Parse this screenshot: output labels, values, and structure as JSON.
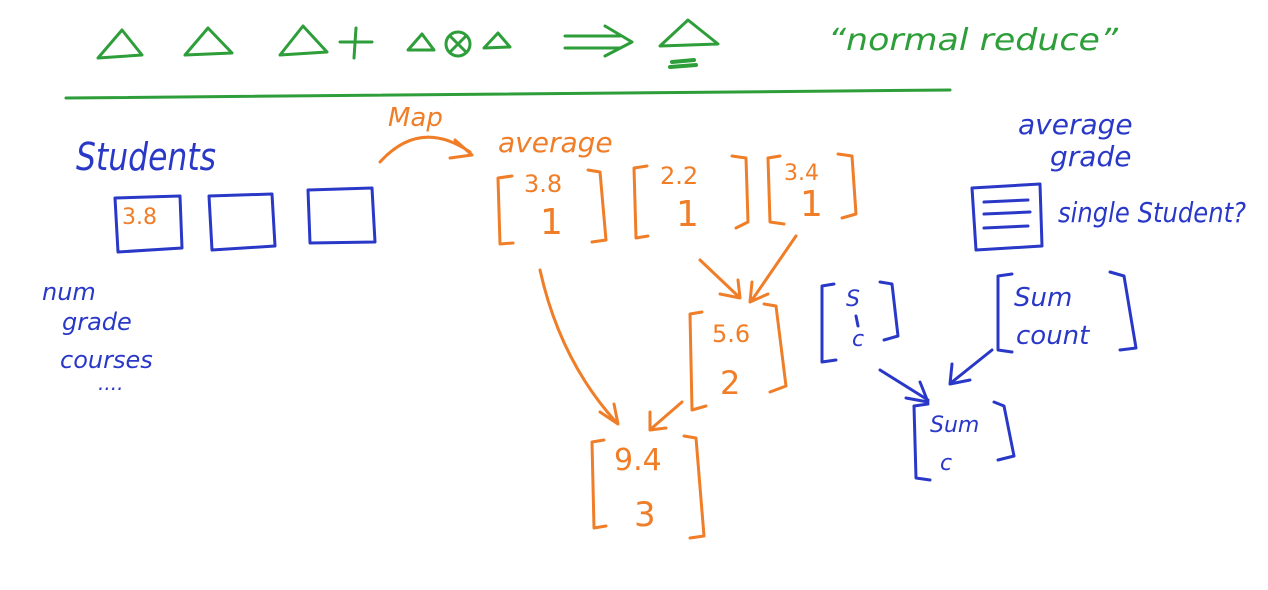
{
  "colors": {
    "green": "#2e9e3a",
    "blue": "#2a38c8",
    "orange": "#f07d27",
    "background": "#ffffff"
  },
  "header": {
    "reduce_label": "“normal reduce”"
  },
  "students": {
    "title": "Students",
    "first_box_value": "3.8",
    "notes": [
      "num",
      "grade",
      "courses",
      "...."
    ]
  },
  "map": {
    "label": "Map",
    "average_label": "average",
    "pairs": [
      {
        "top": "3.8",
        "bottom": "1"
      },
      {
        "top": "2.2",
        "bottom": "1"
      },
      {
        "top": "3.4",
        "bottom": "1"
      }
    ],
    "intermediate": {
      "top": "5.6",
      "bottom": "2"
    },
    "result": {
      "top": "9.4",
      "bottom": "3"
    }
  },
  "right": {
    "average_grade": [
      "average",
      "grade"
    ],
    "single_student": "single Student?",
    "sc_pair": {
      "top": "S",
      "bottom": "c"
    },
    "sum_count": {
      "top": "Sum",
      "bottom": "count"
    },
    "sum_result": {
      "top": "Sum",
      "bottom": "c"
    }
  }
}
